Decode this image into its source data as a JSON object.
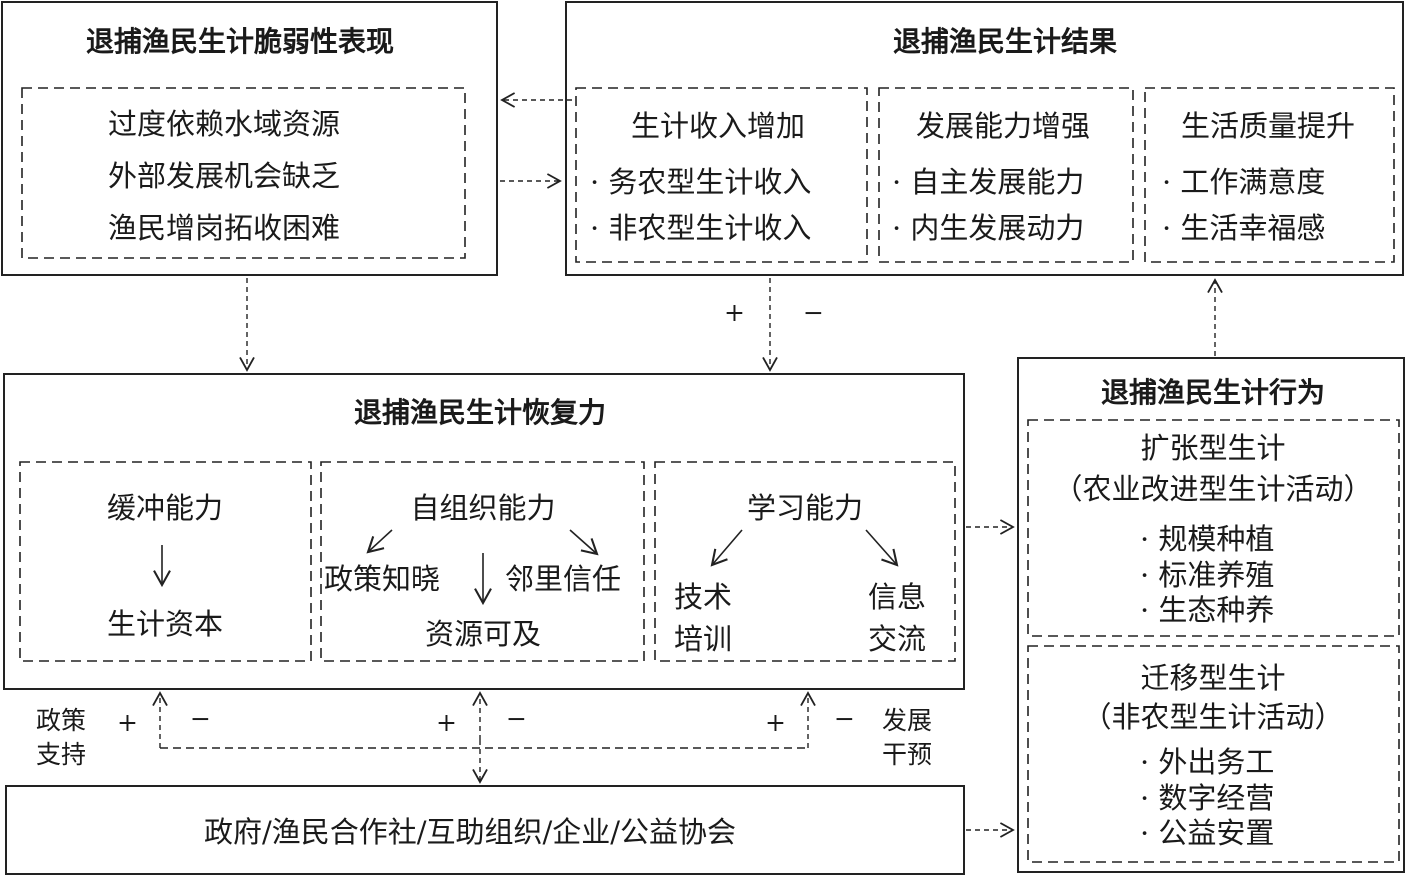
{
  "vulnerability": {
    "title": "退捕渔民生计脆弱性表现",
    "items": [
      "过度依赖水域资源",
      "外部发展机会缺乏",
      "渔民增岗拓收困难"
    ]
  },
  "outcomes": {
    "title": "退捕渔民生计结果",
    "groups": [
      {
        "heading": "生计收入增加",
        "items": [
          "· 务农型生计收入",
          "· 非农型生计收入"
        ]
      },
      {
        "heading": "发展能力增强",
        "items": [
          "· 自主发展能力",
          "· 内生发展动力"
        ]
      },
      {
        "heading": "生活质量提升",
        "items": [
          "· 工作满意度",
          "· 生活幸福感"
        ]
      }
    ]
  },
  "resilience": {
    "title": "退捕渔民生计恢复力",
    "buffer": {
      "heading": "缓冲能力",
      "arrow": "↓",
      "result": "生计资本"
    },
    "self_org": {
      "heading": "自组织能力",
      "left": "政策知晓",
      "right": "邻里信任",
      "bottom": "资源可及"
    },
    "learning": {
      "heading": "学习能力",
      "left": "技术\n培训",
      "right": "信息\n交流"
    }
  },
  "behavior": {
    "title": "退捕渔民生计行为",
    "groups": [
      {
        "heading": "扩张型生计",
        "sub": "（农业改进型生计活动）",
        "items": [
          "· 规模种植",
          "· 标准养殖",
          "· 生态种养"
        ]
      },
      {
        "heading": "迁移型生计",
        "sub": "（非农型生计活动）",
        "items": [
          "· 外出务工",
          "· 数字经营",
          "· 公益安置"
        ]
      }
    ]
  },
  "actors": "政府/渔民合作社/互助组织/企业/公益协会",
  "signs": {
    "plus": "+",
    "minus": "−"
  },
  "labels": {
    "policy": [
      "政策",
      "支持"
    ],
    "development": [
      "发展",
      "干预"
    ]
  }
}
